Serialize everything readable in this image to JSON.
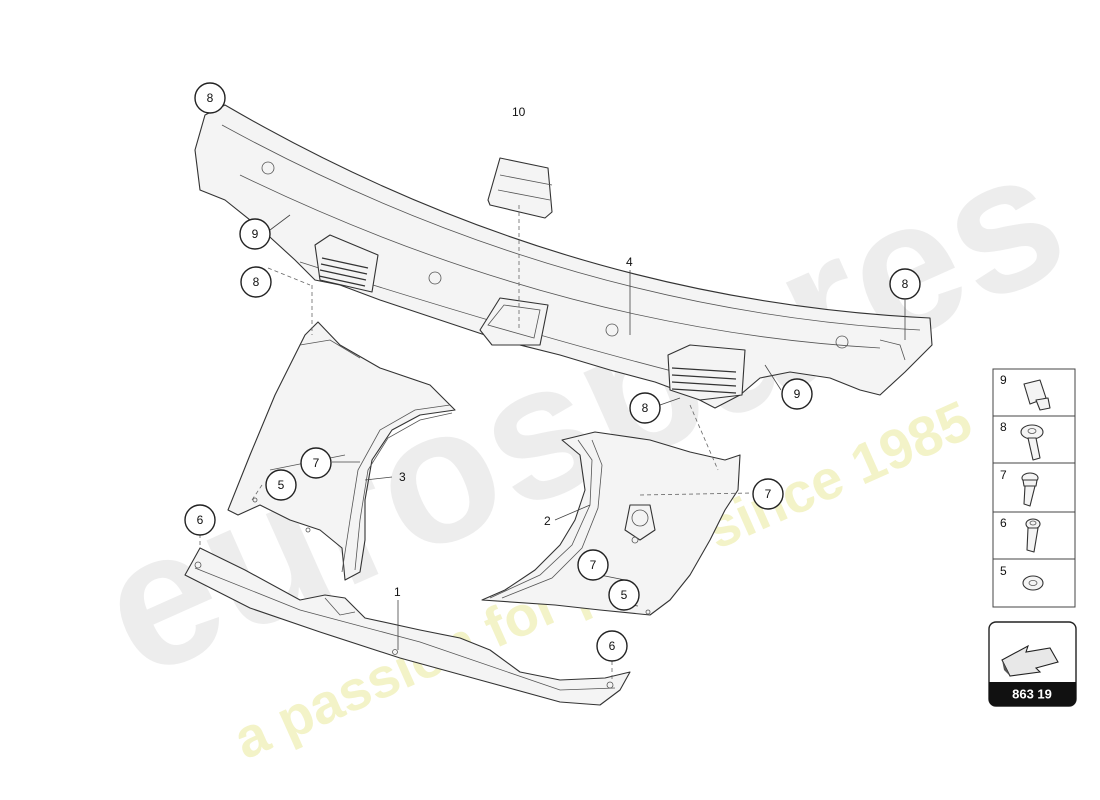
{
  "watermark": {
    "brand": "eurospares",
    "tagline": "a passion for parts since 1985"
  },
  "callouts": {
    "c8a": "8",
    "c10": "10",
    "c9a": "9",
    "c8b": "8",
    "c4": "4",
    "c8c": "8",
    "c9b": "9",
    "c8d": "8",
    "c7a": "7",
    "c3": "3",
    "c5a": "5",
    "c7b": "7",
    "c2": "2",
    "c6a": "6",
    "c7c": "7",
    "c5b": "5",
    "c1": "1",
    "c6b": "6"
  },
  "legend": {
    "items": [
      "9",
      "8",
      "7",
      "6",
      "5"
    ]
  },
  "page_ref": "863 19",
  "colors": {
    "line": "#333333",
    "watermark": "#d9d9d9",
    "watermark_tagline": "#f3f3c0",
    "badge": "#111111"
  }
}
